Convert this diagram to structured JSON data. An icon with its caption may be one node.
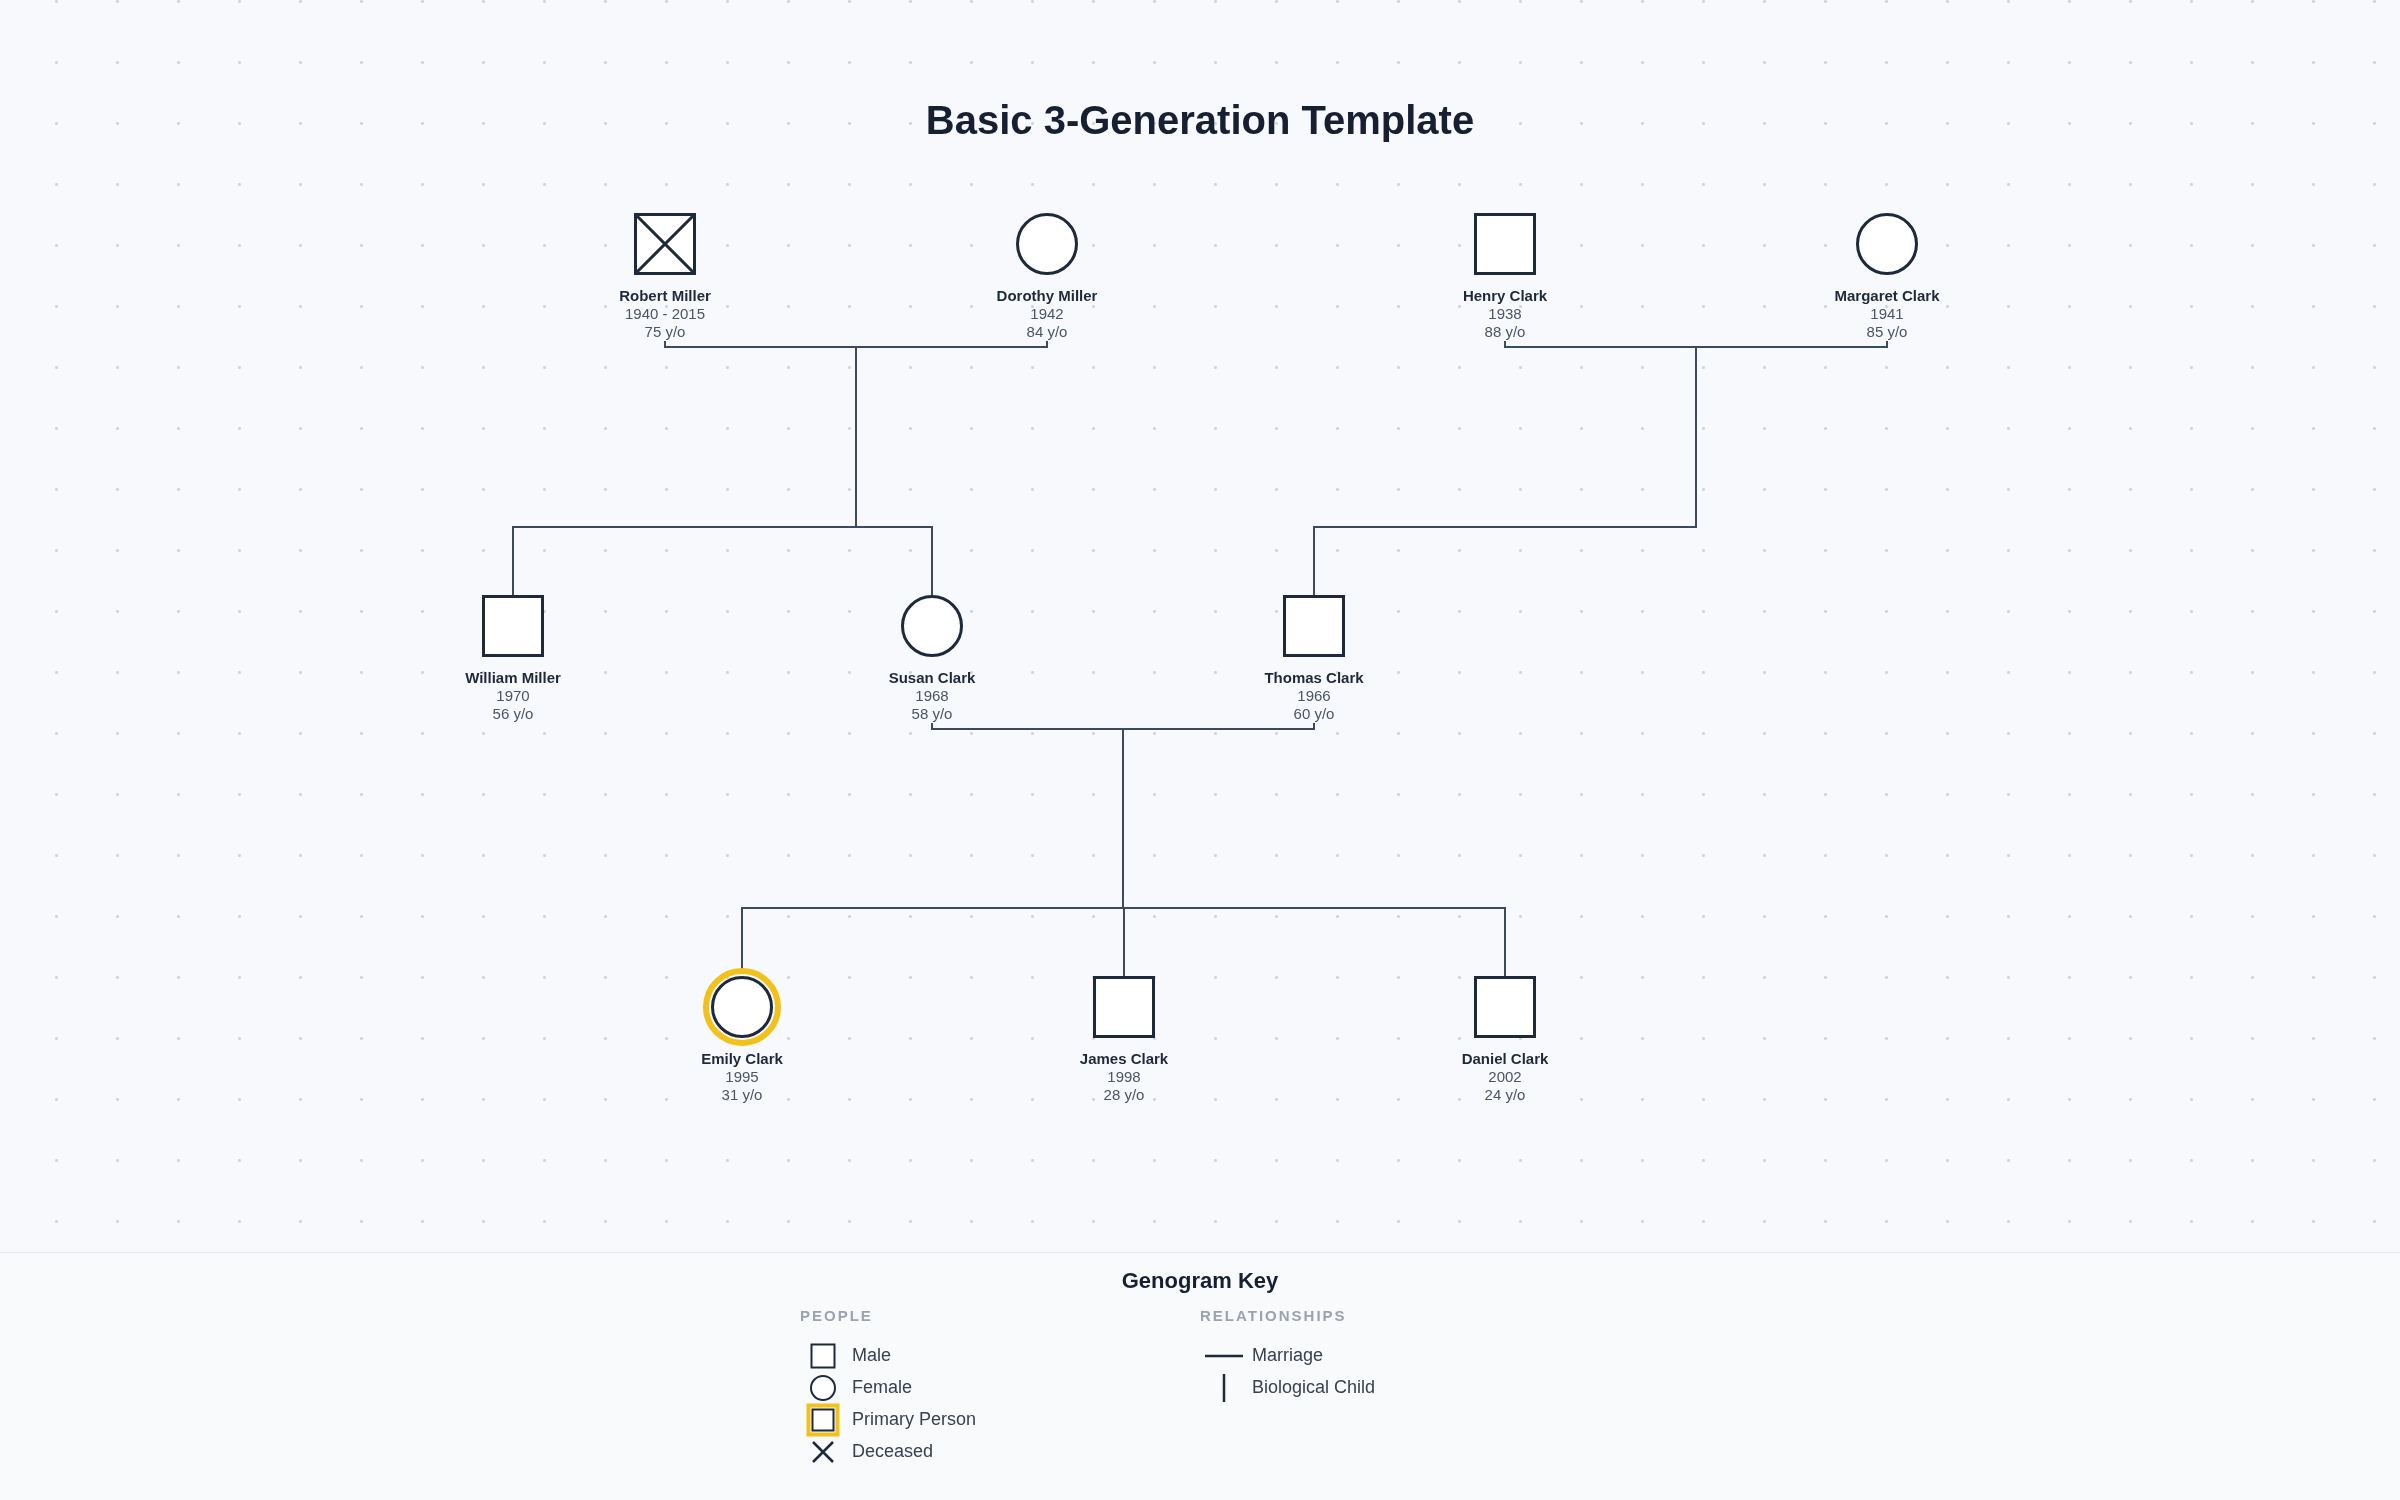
{
  "diagram": {
    "title": "Basic 3-Generation Template",
    "nodes": [
      {
        "text": [
          "Robert Miller",
          "1940 - 2015",
          "75 y/o"
        ]
      },
      {
        "text": [
          "Dorothy Miller",
          "1942",
          "84 y/o"
        ]
      },
      {
        "text": [
          "Henry Clark",
          "1938",
          "88 y/o"
        ]
      },
      {
        "text": [
          "Margaret Clark",
          "1941",
          "85 y/o"
        ]
      },
      {
        "text": [
          "William Miller",
          "1970",
          "56 y/o"
        ]
      },
      {
        "text": [
          "Susan Clark",
          "1968",
          "58 y/o"
        ]
      },
      {
        "text": [
          "Thomas Clark",
          "1966",
          "60 y/o"
        ]
      },
      {
        "text": [
          "Emily Clark",
          "1995",
          "31 y/o"
        ]
      },
      {
        "text": [
          "James Clark",
          "1998",
          "28 y/o"
        ]
      },
      {
        "text": [
          "Daniel Clark",
          "2002",
          "24 y/o"
        ]
      }
    ],
    "edges": [
      {
        "from": 0,
        "to": 1,
        "arrow": "none"
      },
      {
        "from": 2,
        "to": 3,
        "arrow": "none"
      },
      {
        "from": 5,
        "to": 6,
        "arrow": "none"
      },
      {
        "from": 0,
        "to": 4,
        "arrow": "none"
      },
      {
        "from": 1,
        "to": 4,
        "arrow": "none"
      },
      {
        "from": 0,
        "to": 5,
        "arrow": "none"
      },
      {
        "from": 1,
        "to": 5,
        "arrow": "none"
      },
      {
        "from": 2,
        "to": 6,
        "arrow": "none"
      },
      {
        "from": 3,
        "to": 6,
        "arrow": "none"
      },
      {
        "from": 5,
        "to": 7,
        "arrow": "none"
      },
      {
        "from": 6,
        "to": 7,
        "arrow": "none"
      },
      {
        "from": 5,
        "to": 8,
        "arrow": "none"
      },
      {
        "from": 6,
        "to": 8,
        "arrow": "none"
      },
      {
        "from": 5,
        "to": 9,
        "arrow": "none"
      },
      {
        "from": 6,
        "to": 9,
        "arrow": "none"
      }
    ],
    "labels": [
      "Genogram Key",
      "PEOPLE",
      "RELATIONSHIPS"
    ],
    "legend": [
      {
        "text": "Male"
      },
      {
        "text": "Female"
      },
      {
        "text": "Primary Person"
      },
      {
        "text": "Deceased"
      },
      {
        "text": "Marriage"
      },
      {
        "text": "Biological Child"
      }
    ]
  }
}
